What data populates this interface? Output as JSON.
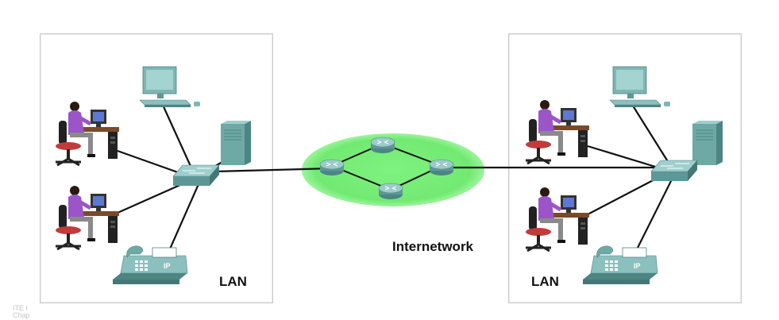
{
  "labels": {
    "lan_left": "LAN",
    "lan_right": "LAN",
    "internetwork": "Internetwork",
    "phone_badge": "IP"
  },
  "footer": {
    "line1": "ITE I",
    "line2": "Chap"
  },
  "colors": {
    "device_teal": "#6fa9a6",
    "device_dark": "#4d8583",
    "cloud_green": "#77ee77",
    "link_black": "#111111",
    "person_purple": "#9b55c8"
  }
}
